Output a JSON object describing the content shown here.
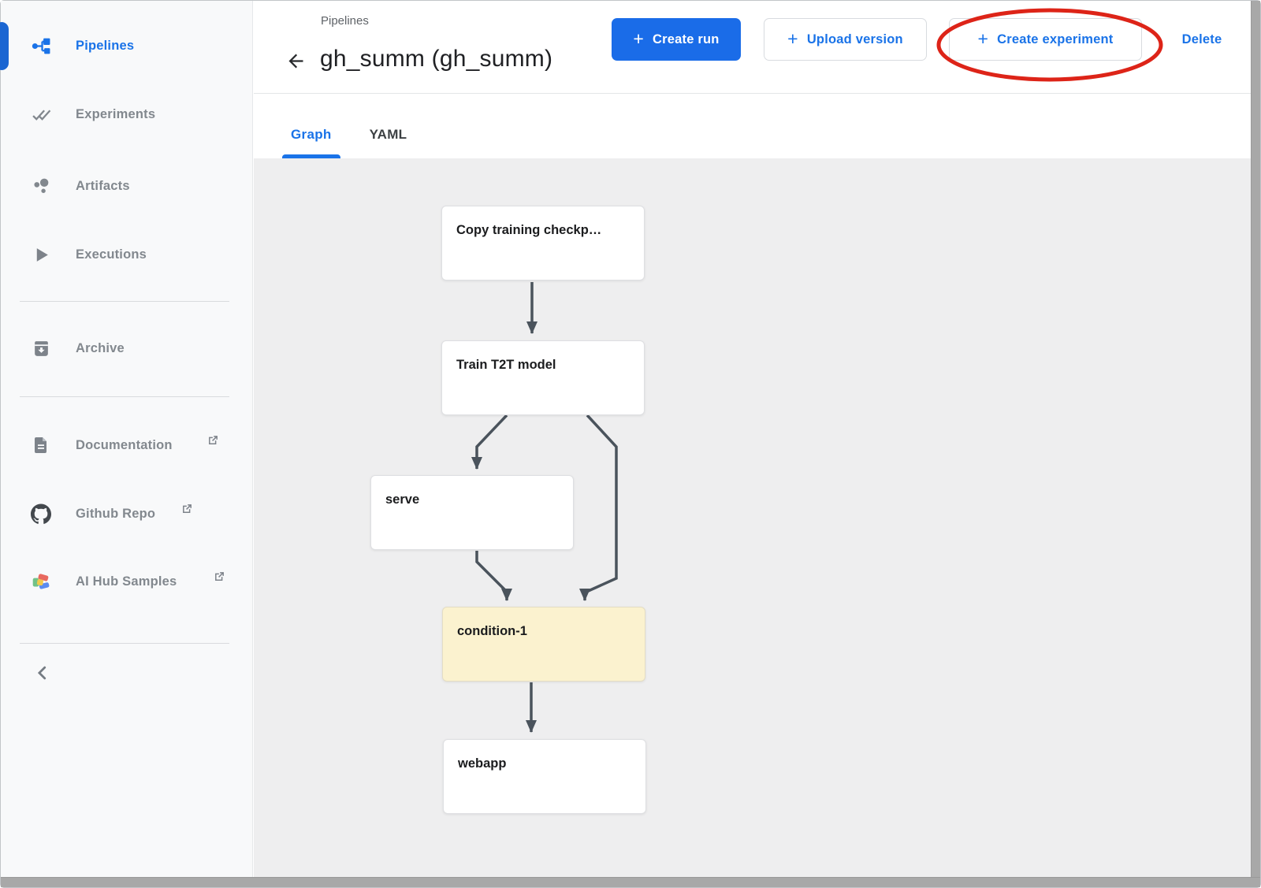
{
  "sidebar": {
    "items": [
      {
        "label": "Pipelines",
        "icon": "pipelines-icon",
        "active": true,
        "external": false
      },
      {
        "label": "Experiments",
        "icon": "experiments-icon",
        "active": false,
        "external": false
      },
      {
        "label": "Artifacts",
        "icon": "artifacts-icon",
        "active": false,
        "external": false
      },
      {
        "label": "Executions",
        "icon": "executions-icon",
        "active": false,
        "external": false
      },
      {
        "label": "Archive",
        "icon": "archive-icon",
        "active": false,
        "external": false
      },
      {
        "label": "Documentation",
        "icon": "document-icon",
        "active": false,
        "external": true
      },
      {
        "label": "Github Repo",
        "icon": "github-icon",
        "active": false,
        "external": true
      },
      {
        "label": "AI Hub Samples",
        "icon": "aihub-icon",
        "active": false,
        "external": true
      }
    ]
  },
  "header": {
    "breadcrumb": "Pipelines",
    "title": "gh_summ (gh_summ)",
    "buttons": {
      "create_run": "Create run",
      "upload_version": "Upload version",
      "create_experiment": "Create experiment",
      "delete": "Delete"
    },
    "annotation": "red ellipse highlighting Create experiment button"
  },
  "tabs": [
    {
      "label": "Graph",
      "active": true
    },
    {
      "label": "YAML",
      "active": false
    }
  ],
  "graph": {
    "nodes": [
      {
        "id": "copy",
        "label": "Copy training checkp…",
        "type": "task"
      },
      {
        "id": "train",
        "label": "Train T2T model",
        "type": "task"
      },
      {
        "id": "serve",
        "label": "serve",
        "type": "task"
      },
      {
        "id": "condition-1",
        "label": "condition-1",
        "type": "condition"
      },
      {
        "id": "webapp",
        "label": "webapp",
        "type": "task"
      }
    ],
    "edges": [
      [
        "copy",
        "train"
      ],
      [
        "train",
        "serve"
      ],
      [
        "train",
        "condition-1"
      ],
      [
        "serve",
        "condition-1"
      ],
      [
        "condition-1",
        "webapp"
      ]
    ]
  },
  "colors": {
    "accent_blue": "#1a73e8",
    "annotation_red": "#dd2418",
    "condition_fill": "#fbf2cf",
    "edge_color": "#4a535c",
    "sidebar_bg": "#f8f9fa",
    "graph_bg": "#eeeeef"
  }
}
